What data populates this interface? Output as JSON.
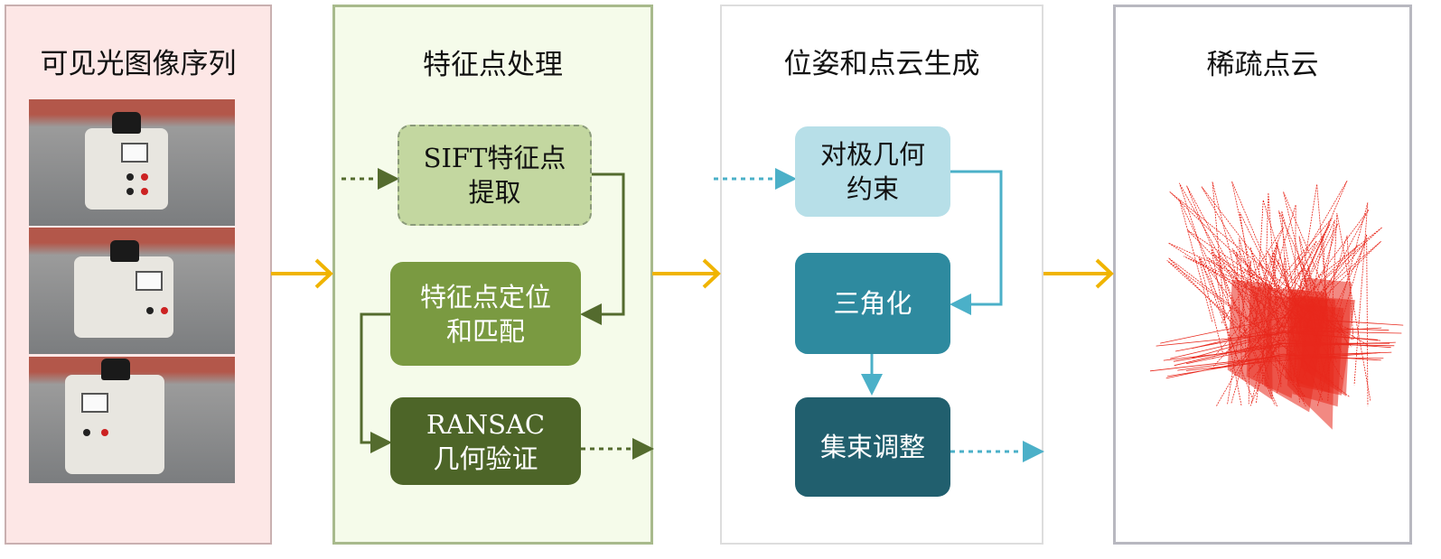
{
  "panels": [
    {
      "title": "可见光图像序列"
    },
    {
      "title": "特征点处理",
      "boxes": [
        "SIFT特征点\n提取",
        "特征点定位\n和匹配",
        "RANSAC\n几何验证"
      ]
    },
    {
      "title": "位姿和点云生成",
      "boxes": [
        "对极几何\n约束",
        "三角化",
        "集束调整"
      ]
    },
    {
      "title": "稀疏点云"
    }
  ],
  "colors": {
    "arrow": "#f0b400",
    "green_light": "#c3d7a0",
    "green_mid": "#7a9a41",
    "green_dark": "#4d6528",
    "blue_light": "#b7dfe8",
    "blue_mid": "#2e8a9f",
    "blue_dark": "#215f6e",
    "cloud": "#e8281c"
  }
}
